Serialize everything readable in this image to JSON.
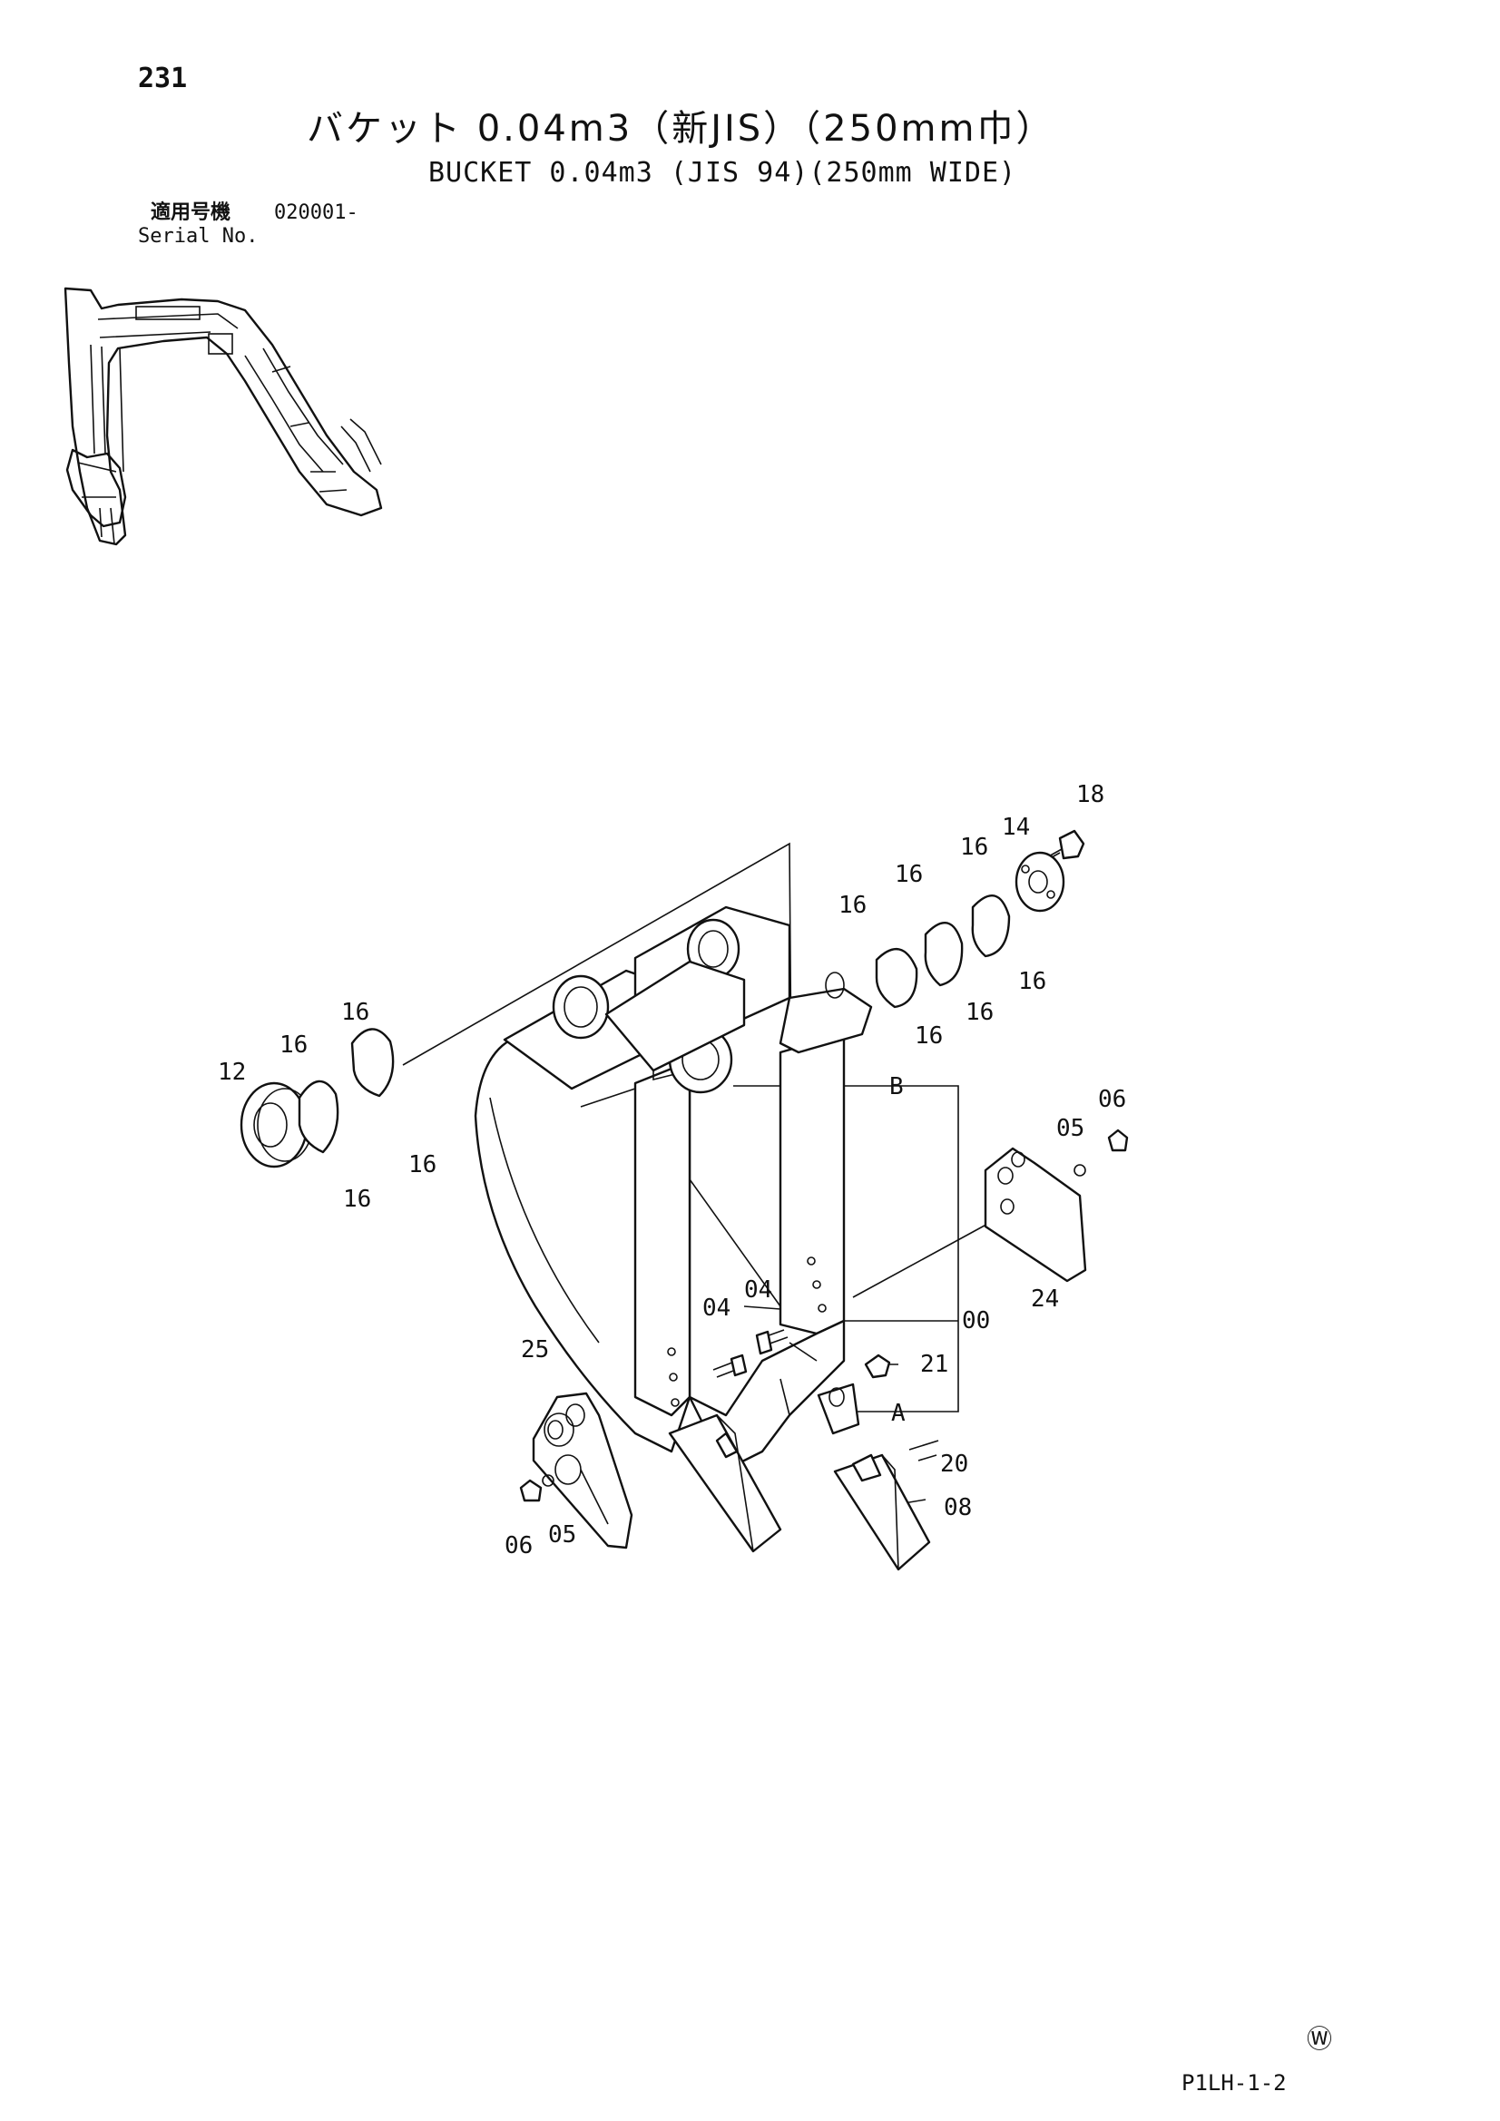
{
  "header": {
    "page_number": "231",
    "title_jp": "バケット 0.04m3（新JIS）（250mm巾）",
    "title_en": "BUCKET 0.04m3 (JIS 94)(250mm WIDE)",
    "serial_label_jp": "適用号機",
    "serial_value": "020001-",
    "serial_label_en": "Serial No."
  },
  "diagram": {
    "callouts": [
      {
        "id": "c-18",
        "text": "18"
      },
      {
        "id": "c-14",
        "text": "14"
      },
      {
        "id": "c-16a",
        "text": "16"
      },
      {
        "id": "c-16b",
        "text": "16"
      },
      {
        "id": "c-16c",
        "text": "16"
      },
      {
        "id": "c-16d",
        "text": "16"
      },
      {
        "id": "c-16e",
        "text": "16"
      },
      {
        "id": "c-16f",
        "text": "16"
      },
      {
        "id": "c-16g",
        "text": "16"
      },
      {
        "id": "c-16h",
        "text": "16"
      },
      {
        "id": "c-16i",
        "text": "16"
      },
      {
        "id": "c-16j",
        "text": "16"
      },
      {
        "id": "c-12",
        "text": "12"
      },
      {
        "id": "c-B",
        "text": "B"
      },
      {
        "id": "c-06a",
        "text": "06"
      },
      {
        "id": "c-05a",
        "text": "05"
      },
      {
        "id": "c-24",
        "text": "24"
      },
      {
        "id": "c-04a",
        "text": "04"
      },
      {
        "id": "c-04b",
        "text": "04"
      },
      {
        "id": "c-00",
        "text": "00"
      },
      {
        "id": "c-21",
        "text": "21"
      },
      {
        "id": "c-25",
        "text": "25"
      },
      {
        "id": "c-A",
        "text": "A"
      },
      {
        "id": "c-20",
        "text": "20"
      },
      {
        "id": "c-08",
        "text": "08"
      },
      {
        "id": "c-06b",
        "text": "06"
      },
      {
        "id": "c-05b",
        "text": "05"
      }
    ]
  },
  "footer": {
    "manufacturer_mark": "Ⓦ",
    "page_code": "P1LH-1-2"
  }
}
